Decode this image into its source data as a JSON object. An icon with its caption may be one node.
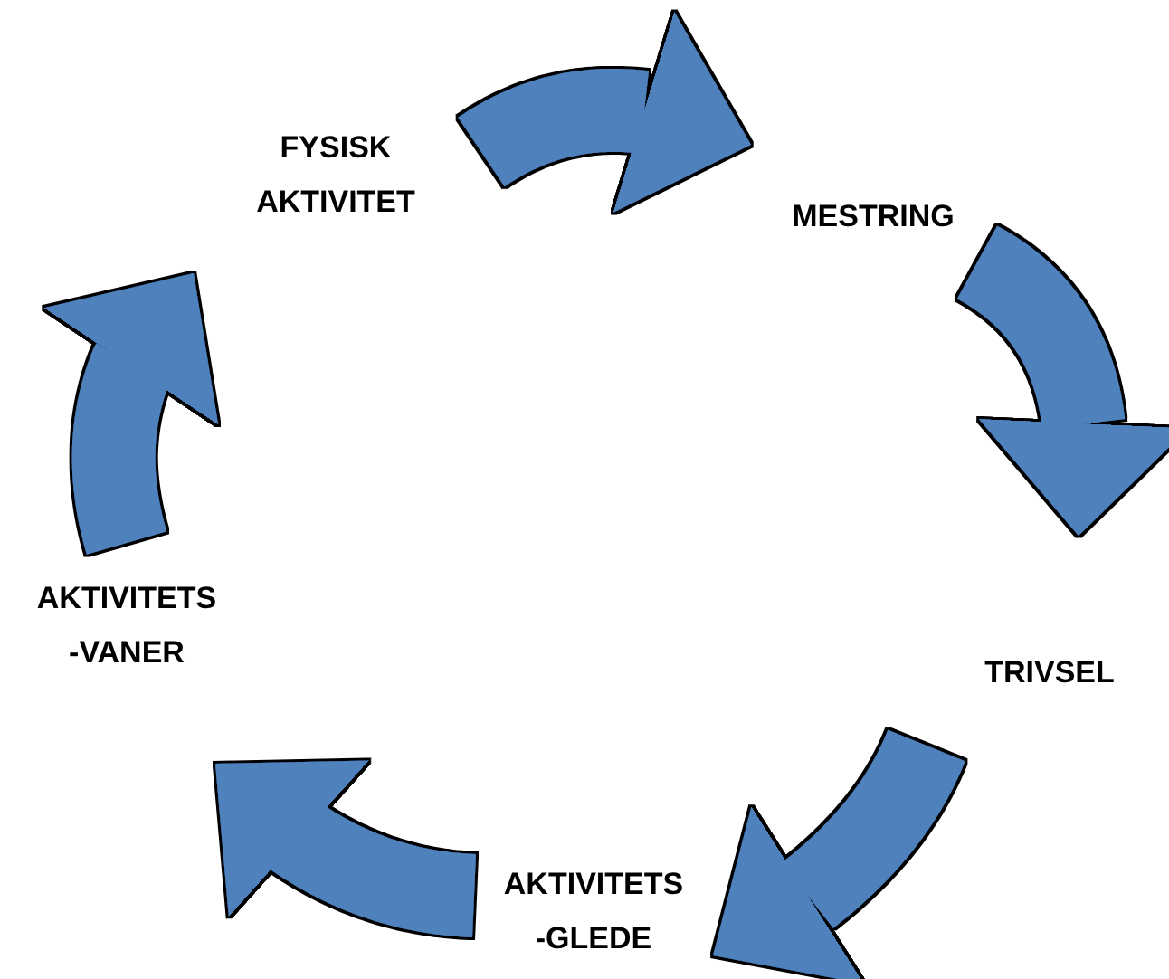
{
  "diagram": {
    "nodes": [
      {
        "text": [
          "FYSISK AKTIVITET"
        ]
      },
      {
        "text": [
          "MESTRING"
        ]
      },
      {
        "text": [
          "TRIVSEL"
        ]
      },
      {
        "text": [
          "AKTIVITETS -GLEDE"
        ]
      },
      {
        "text": [
          "AKTIVITETS -VANER"
        ]
      }
    ],
    "edges": [
      {
        "from": 0,
        "to": 1,
        "arrow": "to"
      },
      {
        "from": 1,
        "to": 2,
        "arrow": "to"
      },
      {
        "from": 2,
        "to": 3,
        "arrow": "to"
      },
      {
        "from": 3,
        "to": 4,
        "arrow": "to"
      },
      {
        "from": 4,
        "to": 0,
        "arrow": "to"
      }
    ]
  }
}
